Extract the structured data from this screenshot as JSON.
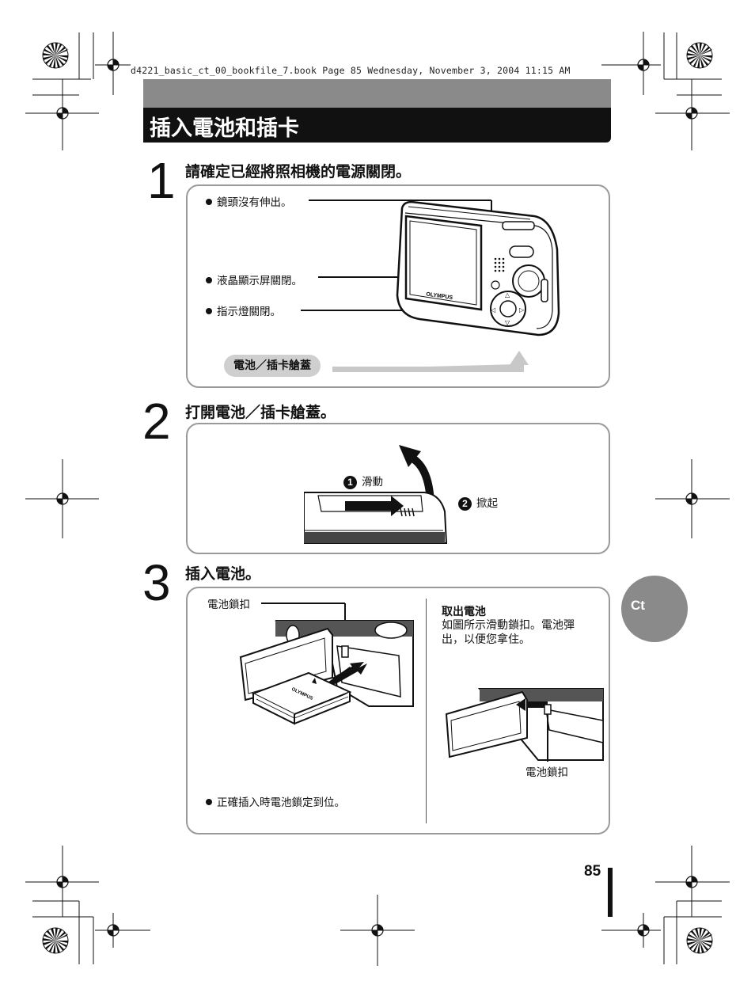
{
  "print_header": "d4221_basic_ct_00_bookfile_7.book  Page 85  Wednesday, November 3, 2004  11:15 AM",
  "section_title": "插入電池和插卡",
  "steps": [
    {
      "number": "1",
      "heading": "請確定已經將照相機的電源關閉。",
      "bullets": [
        "鏡頭沒有伸出。",
        "液晶顯示屏關閉。",
        "指示燈關閉。"
      ],
      "callout": "電池／插卡艙蓋",
      "camera_brand": "OLYMPUS"
    },
    {
      "number": "2",
      "heading": "打開電池／插卡艙蓋。",
      "actions": [
        {
          "num": "1",
          "label": "滑動"
        },
        {
          "num": "2",
          "label": "掀起"
        }
      ]
    },
    {
      "number": "3",
      "heading": "插入電池。",
      "lock_label": "電池鎖扣",
      "bullet": "正確插入時電池鎖定到位。",
      "remove_title": "取出電池",
      "remove_body": "如圖所示滑動鎖扣。電池彈出，以便您拿住。",
      "lock_label_2": "電池鎖扣",
      "battery_brand": "OLYMPUS"
    }
  ],
  "language_tab": "Ct",
  "page_number": "85"
}
